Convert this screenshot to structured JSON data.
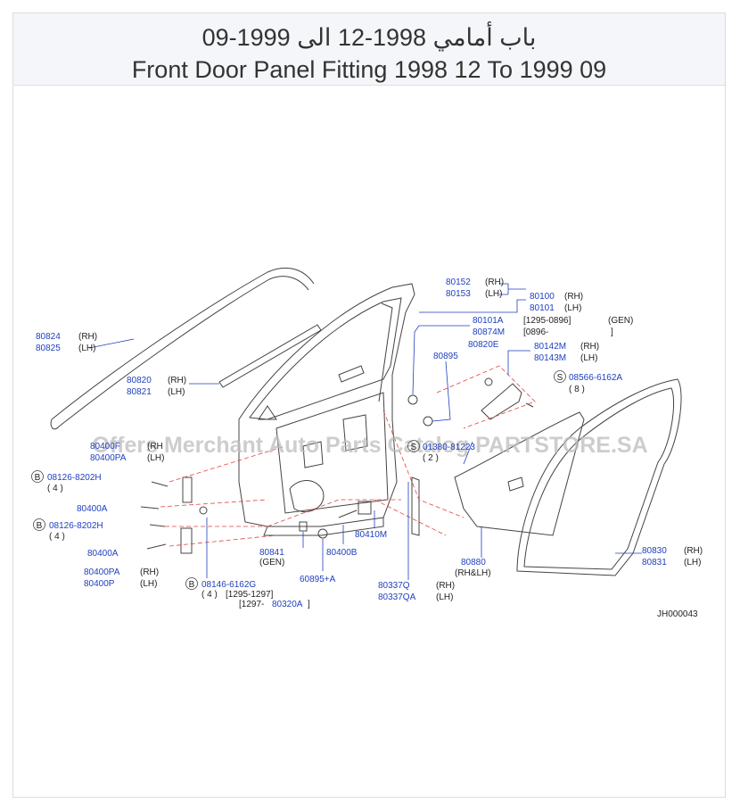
{
  "header": {
    "title_ar": "باب أمامي 1998-12 الى 1999-09",
    "title_en": "Front Door Panel Fitting 1998 12 To 1999 09"
  },
  "watermark": "Offers Merchant Auto Parts Catalog PARTSTORE.SA",
  "diagram_code": "JH000043",
  "labels": {
    "p80152": "80152",
    "p80152_side": "(RH)",
    "p80153": "80153",
    "p80153_side": "(LH)",
    "p80100": "80100",
    "p80100_side": "(RH)",
    "p80101": "80101",
    "p80101_side": "(LH)",
    "p80101A": "80101A",
    "p80101A_range": "[1295-0896]",
    "p80101A_gen": "(GEN)",
    "p80874M": "80874M",
    "p80874M_range": "[0896-",
    "p80874M_close": "]",
    "p80820E": "80820E",
    "p80142M": "80142M",
    "p80142M_side": "(RH)",
    "p80143M": "80143M",
    "p80143M_side": "(LH)",
    "p80895": "80895",
    "s_badge": "S",
    "p08566": "08566-6162A",
    "p08566_qty": "( 8 )",
    "p80824": "80824",
    "p80824_side": "(RH)",
    "p80825": "80825",
    "p80825_side": "(LH)",
    "p80820": "80820",
    "p80820_side": "(RH)",
    "p80821": "80821",
    "p80821_side": "(LH)",
    "p80400F": "80400F",
    "p80400F_side": "(RH",
    "p80400PA_top": "80400PA",
    "p80400PA_top_side": "(LH)",
    "s2_badge": "S",
    "p01380": "01380-81223",
    "p01380_qty": "( 2 )",
    "b1_badge": "B",
    "p08126_1": "08126-8202H",
    "p08126_1_qty": "( 4 )",
    "p80400A_1": "80400A",
    "b2_badge": "B",
    "p08126_2": "08126-8202H",
    "p08126_2_qty": "( 4 )",
    "p80400A_2": "80400A",
    "p80400PA": "80400PA",
    "p80400PA_side": "(RH)",
    "p80400P": "80400P",
    "p80400P_side": "(LH)",
    "b3_badge": "B",
    "p08146": "08146-6162G",
    "p08146_qty": "( 4 )",
    "p08146_range": "[1295-1297]",
    "p80320A_range": "[1297-",
    "p80320A": "80320A",
    "p80320A_close": "]",
    "p80841": "80841",
    "p80841_gen": "(GEN)",
    "p80400B": "80400B",
    "p60895A": "60895+A",
    "p80410M": "80410M",
    "p80337Q": "80337Q",
    "p80337Q_side": "(RH)",
    "p80337QA": "80337QA",
    "p80337QA_side": "(LH)",
    "p80880": "80880",
    "p80880_side": "(RH&LH)",
    "p80830": "80830",
    "p80830_side": "(RH)",
    "p80831": "80831",
    "p80831_side": "(LH)"
  }
}
